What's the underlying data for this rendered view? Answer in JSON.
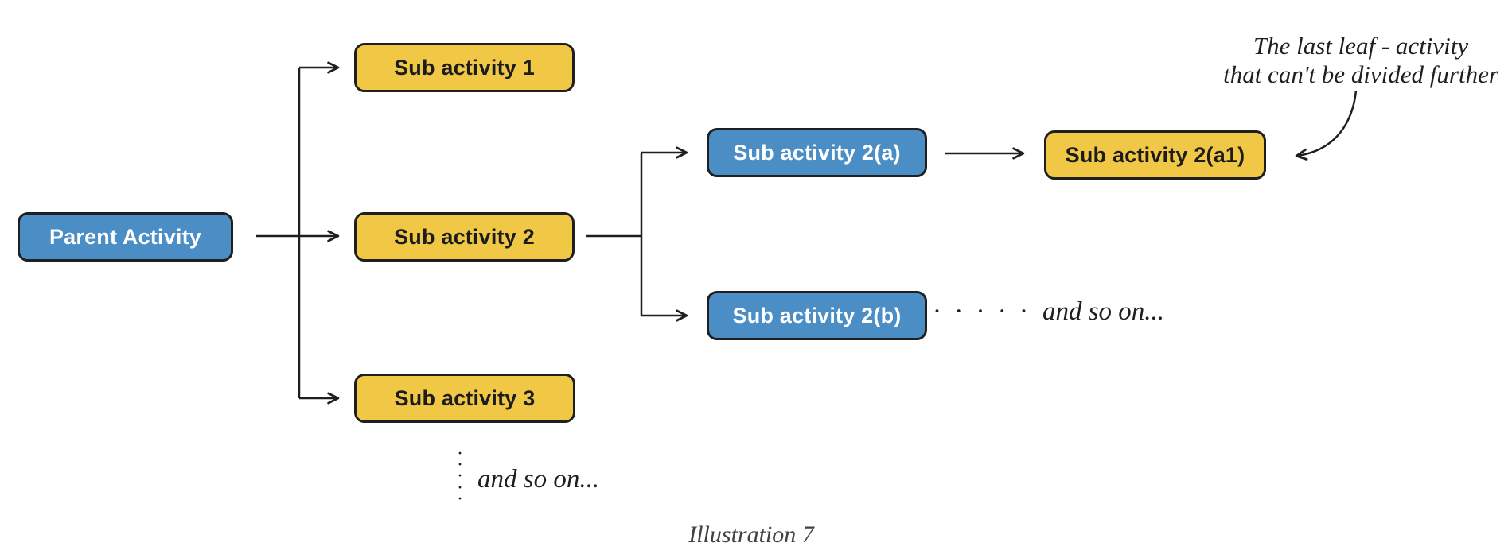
{
  "diagram": {
    "type": "tree-flowchart",
    "nodes": {
      "parent": {
        "label": "Parent Activity",
        "color": "blue"
      },
      "sub1": {
        "label": "Sub activity 1",
        "color": "yellow"
      },
      "sub2": {
        "label": "Sub activity 2",
        "color": "yellow"
      },
      "sub3": {
        "label": "Sub activity 3",
        "color": "yellow"
      },
      "sub2a": {
        "label": "Sub activity 2(a)",
        "color": "blue"
      },
      "sub2b": {
        "label": "Sub activity 2(b)",
        "color": "blue"
      },
      "sub2a1": {
        "label": "Sub activity 2(a1)",
        "color": "yellow"
      }
    },
    "edges": [
      {
        "from": "parent",
        "to": "sub1"
      },
      {
        "from": "parent",
        "to": "sub2"
      },
      {
        "from": "parent",
        "to": "sub3"
      },
      {
        "from": "sub2",
        "to": "sub2a"
      },
      {
        "from": "sub2",
        "to": "sub2b"
      },
      {
        "from": "sub2a",
        "to": "sub2a1"
      }
    ],
    "annotations": {
      "leaf_note": {
        "line1": "The last leaf - activity",
        "line2": "that can't be divided further"
      },
      "and_so_on_branch_dots": "· · · · ·",
      "and_so_on_branch": "and so on...",
      "and_so_on_tree_dots": "·\n·\n·\n·\n·",
      "and_so_on_tree": "and so on..."
    },
    "caption": "Illustration 7",
    "colors": {
      "node_blue": "#4b8ec6",
      "node_yellow": "#f0c846",
      "node_border": "#1f1f1f",
      "connector": "#1f1f1f",
      "background": "#ffffff"
    }
  }
}
